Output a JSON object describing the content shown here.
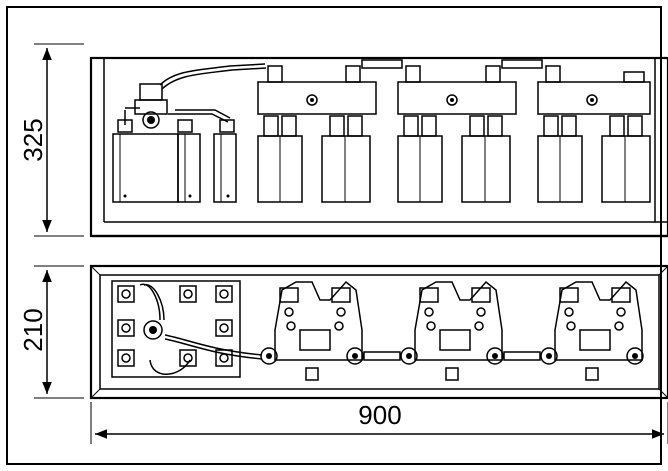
{
  "drawing": {
    "dimensions": {
      "top_view_height": "325",
      "bottom_view_height": "210",
      "overall_width": "900"
    }
  }
}
